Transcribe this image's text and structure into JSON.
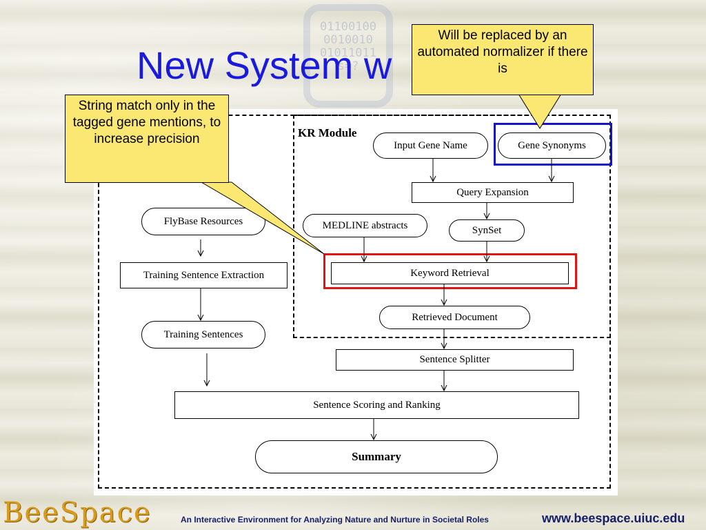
{
  "slide": {
    "title": "New System w"
  },
  "watermark": {
    "lines": [
      "01100100",
      "0010010",
      "01011011",
      "s=?"
    ]
  },
  "diagram": {
    "kr_module_label": "KR Module",
    "nodes": {
      "input_gene_name": "Input Gene Name",
      "gene_synonyms": "Gene Synonyms",
      "query_expansion": "Query Expansion",
      "medline_abstracts": "MEDLINE abstracts",
      "synset": "SynSet",
      "keyword_retrieval": "Keyword Retrieval",
      "retrieved_document": "Retrieved Document",
      "flybase_resources": "FlyBase Resources",
      "training_sentence_extraction": "Training Sentence Extraction",
      "training_sentences": "Training Sentences",
      "sentence_splitter": "Sentence Splitter",
      "sentence_scoring": "Sentence Scoring and Ranking",
      "summary": "Summary"
    }
  },
  "callouts": {
    "synonyms_note": "Will be replaced by an automated normalizer if there is",
    "retrieval_note": "String match only in the tagged gene mentions, to increase precision"
  },
  "footer": {
    "logo": "BeeSpace",
    "tagline": "An Interactive Environment for Analyzing Nature and Nurture in Societal Roles",
    "url": "www.beespace.uiuc.edu"
  },
  "colors": {
    "title": "#1a1adc",
    "callout_fill": "#fbe872",
    "highlight_blue": "#1414cc",
    "highlight_red": "#e01414",
    "logo": "#d79b1e",
    "footer_text": "#16206a"
  }
}
